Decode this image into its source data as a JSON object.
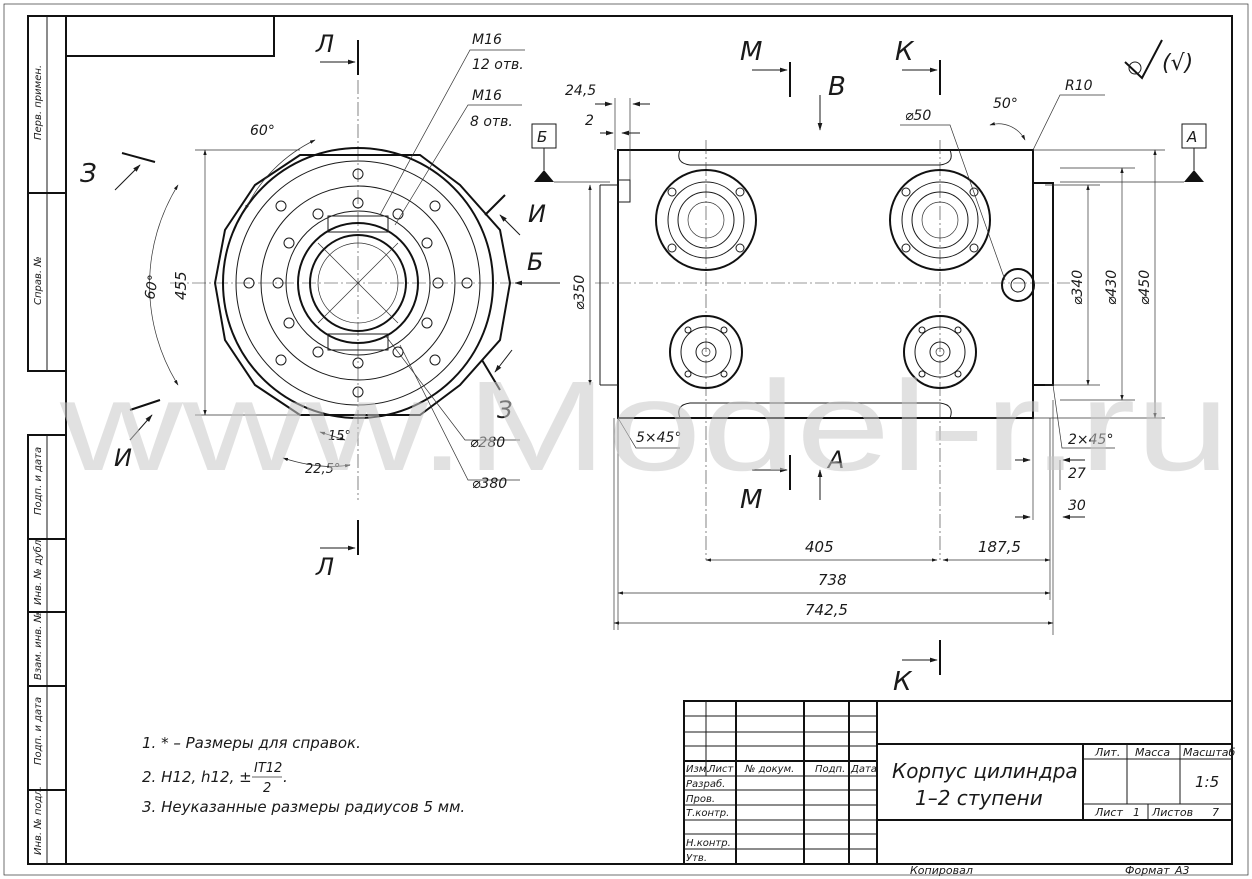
{
  "front_view": {
    "section_marks": {
      "top": "Л",
      "bottom": "Л",
      "left": "З",
      "right": "З",
      "upper_right": "И",
      "lower_left": "И",
      "side": "Б"
    },
    "thread_1": "M16",
    "thread_1_count": "12 отв.",
    "thread_2": "M16",
    "thread_2_count": "8 отв.",
    "angle_top": "60°",
    "angle_left": "60°",
    "height": "455",
    "angle_small_1": "15°",
    "angle_small_2": "22,5°",
    "dia_inner": "⌀280",
    "dia_outer": "⌀380"
  },
  "side_view": {
    "view_b": "В",
    "section_m_top": "М",
    "section_m_bottom": "М",
    "section_k_top": "К",
    "section_k_bottom": "К",
    "datum_b": "Б",
    "datum_a": "А",
    "view_a": "А",
    "dim_24_5": "24,5",
    "dim_2": "2",
    "dim_dia50": "⌀50",
    "dim_angle50": "50°",
    "dim_r10": "R10",
    "dim_dia350": "⌀350",
    "dim_dia340": "⌀340",
    "dim_dia430": "⌀430",
    "dim_dia450": "⌀450",
    "chamfer_1": "5×45°",
    "chamfer_2": "2×45°",
    "dim_27": "27",
    "dim_30": "30",
    "dim_405": "405",
    "dim_187_5": "187,5",
    "dim_738": "738",
    "dim_742_5": "742,5"
  },
  "roughness_mark": "(√)",
  "notes": [
    "1. * – Размеры для справок.",
    "2. H12, h12, ±",
    "3. Неуказанные размеры радиусов 5 мм."
  ],
  "note_fraction_num": "IT12",
  "note_fraction_den": "2",
  "note_fraction_tail": ".",
  "side_stamp": [
    "Перв. примен.",
    "Справ. №",
    "Подп. и дата",
    "Инв. № дубл.",
    "Взам. инв. №",
    "Подп. и дата",
    "Инв. № подл."
  ],
  "title_block": {
    "col_izm": "Изм.",
    "col_list": "Лист",
    "col_doc": "№ докум.",
    "col_podp": "Подп.",
    "col_data": "Дата",
    "razrab": "Разраб.",
    "prov": "Пров.",
    "tkontr": "Т.контр.",
    "nkontr": "Н.контр.",
    "utv": "Утв.",
    "title_line1": "Корпус цилиндра",
    "title_line2": "1–2 ступени",
    "lit": "Лит.",
    "massa": "Масса",
    "masshtab": "Масштаб",
    "scale": "1:5",
    "sheet_label": "Лист",
    "sheet_num": "1",
    "sheets_label": "Листов",
    "sheets_num": "7",
    "copied": "Копировал",
    "format_label": "Формат",
    "format": "А3"
  },
  "watermark": "www.Model-r.ru"
}
